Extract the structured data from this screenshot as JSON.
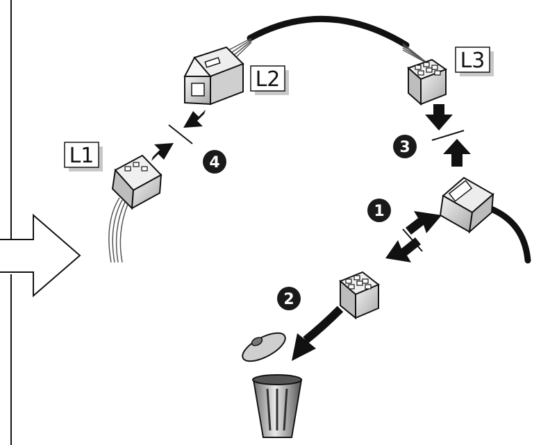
{
  "labels": {
    "l1": "L1",
    "l2": "L2",
    "l3": "L3"
  },
  "steps": {
    "s1": "1",
    "s2": "2",
    "s3": "3",
    "s4": "4"
  },
  "icons": [
    "connector-icon",
    "trash-can-icon",
    "arrow-icon",
    "pointer-arrow-icon"
  ],
  "colors": {
    "ink": "#111111",
    "badge": "#1a1a1a",
    "label_shadow": "#c8c8c8",
    "connector_fill": "#d9d9d9"
  }
}
